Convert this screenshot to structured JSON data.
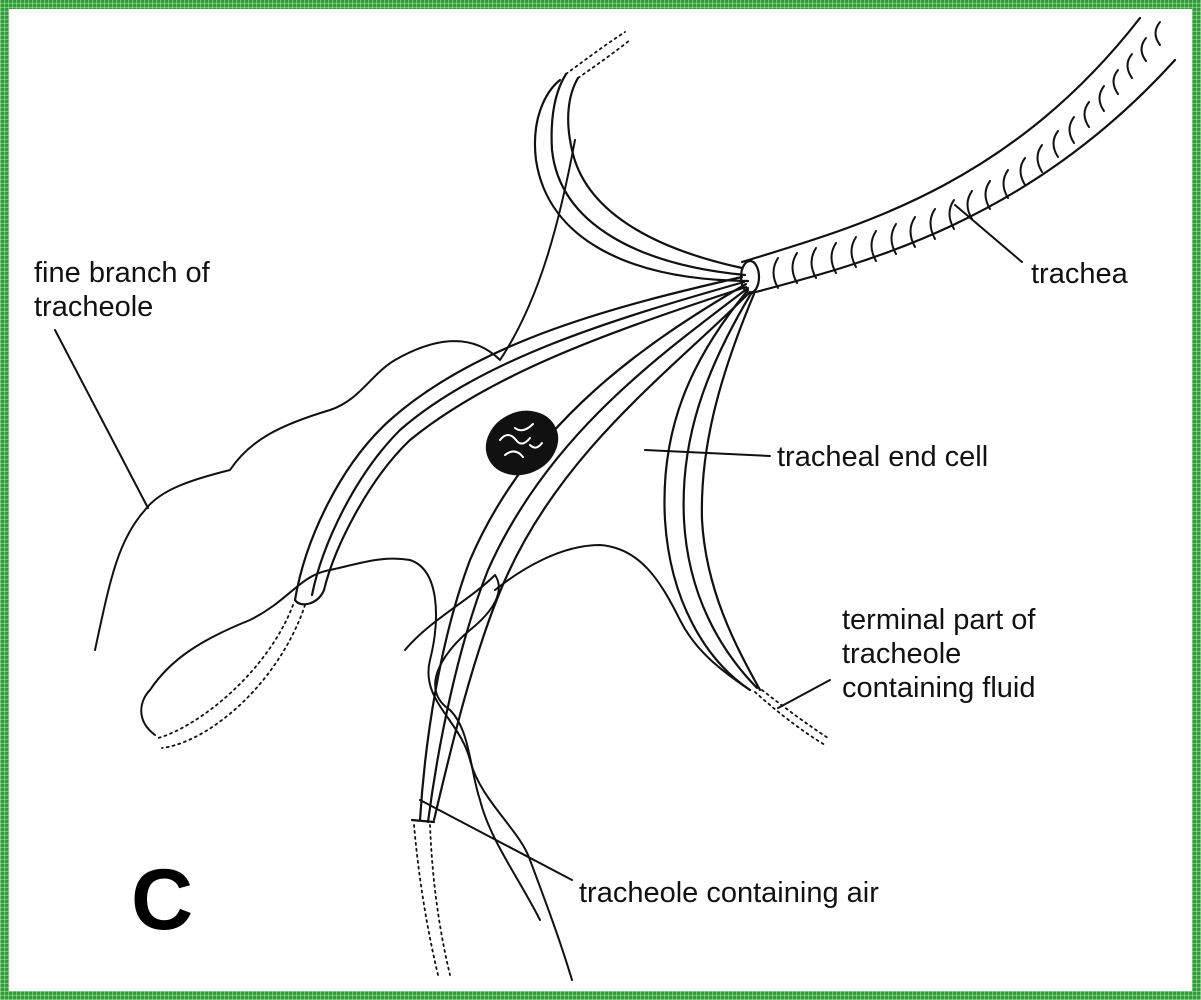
{
  "diagram": {
    "panel_letter": "C",
    "labels": {
      "fine_branch_line1": "fine branch of",
      "fine_branch_line2": "tracheole",
      "trachea": "trachea",
      "tracheal_end_cell": "tracheal end cell",
      "terminal_line1": "terminal part of",
      "terminal_line2": "tracheole",
      "terminal_line3": "containing fluid",
      "tracheole_air": "tracheole containing air"
    },
    "colors": {
      "frame": "#2f9e36",
      "ink": "#111111",
      "background": "#ffffff"
    }
  }
}
